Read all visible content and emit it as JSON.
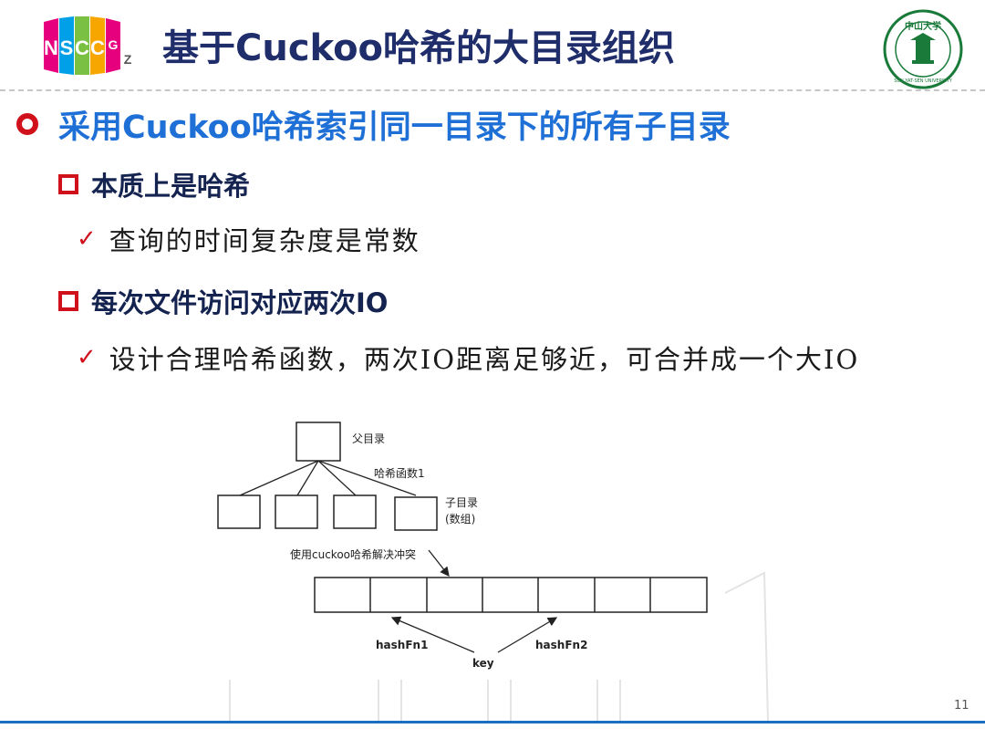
{
  "header": {
    "title": "基于Cuckoo哈希的大目录组织",
    "logo_left_letters": [
      "N",
      "S",
      "C",
      "C",
      "G",
      "Z"
    ],
    "logo_right": "SUN YAT-SEN UNIVERSITY",
    "logo_right_top": "中山大学"
  },
  "content": {
    "level1": "采用Cuckoo哈希索引同一目录下的所有子目录",
    "section1": {
      "heading": "本质上是哈希",
      "bullet": "查询的时间复杂度是常数"
    },
    "section2": {
      "heading": "每次文件访问对应两次IO",
      "bullet": "设计合理哈希函数，两次IO距离足够近，可合并成一个大IO"
    }
  },
  "diagram": {
    "parent_label": "父目录",
    "hash_fn_label": "哈希函数1",
    "child_label_line1": "子目录",
    "child_label_line2": "(数组)",
    "cuckoo_label": "使用cuckoo哈希解决冲突",
    "hashfn1": "hashFn1",
    "hashfn2": "hashFn2",
    "key": "key",
    "bucket_count": 7
  },
  "colors": {
    "title": "#1f2d6b",
    "level1": "#1e6fd6",
    "accent_red": "#d0101b",
    "bottom_bar": "#1a6fc2"
  },
  "page_number": "11"
}
